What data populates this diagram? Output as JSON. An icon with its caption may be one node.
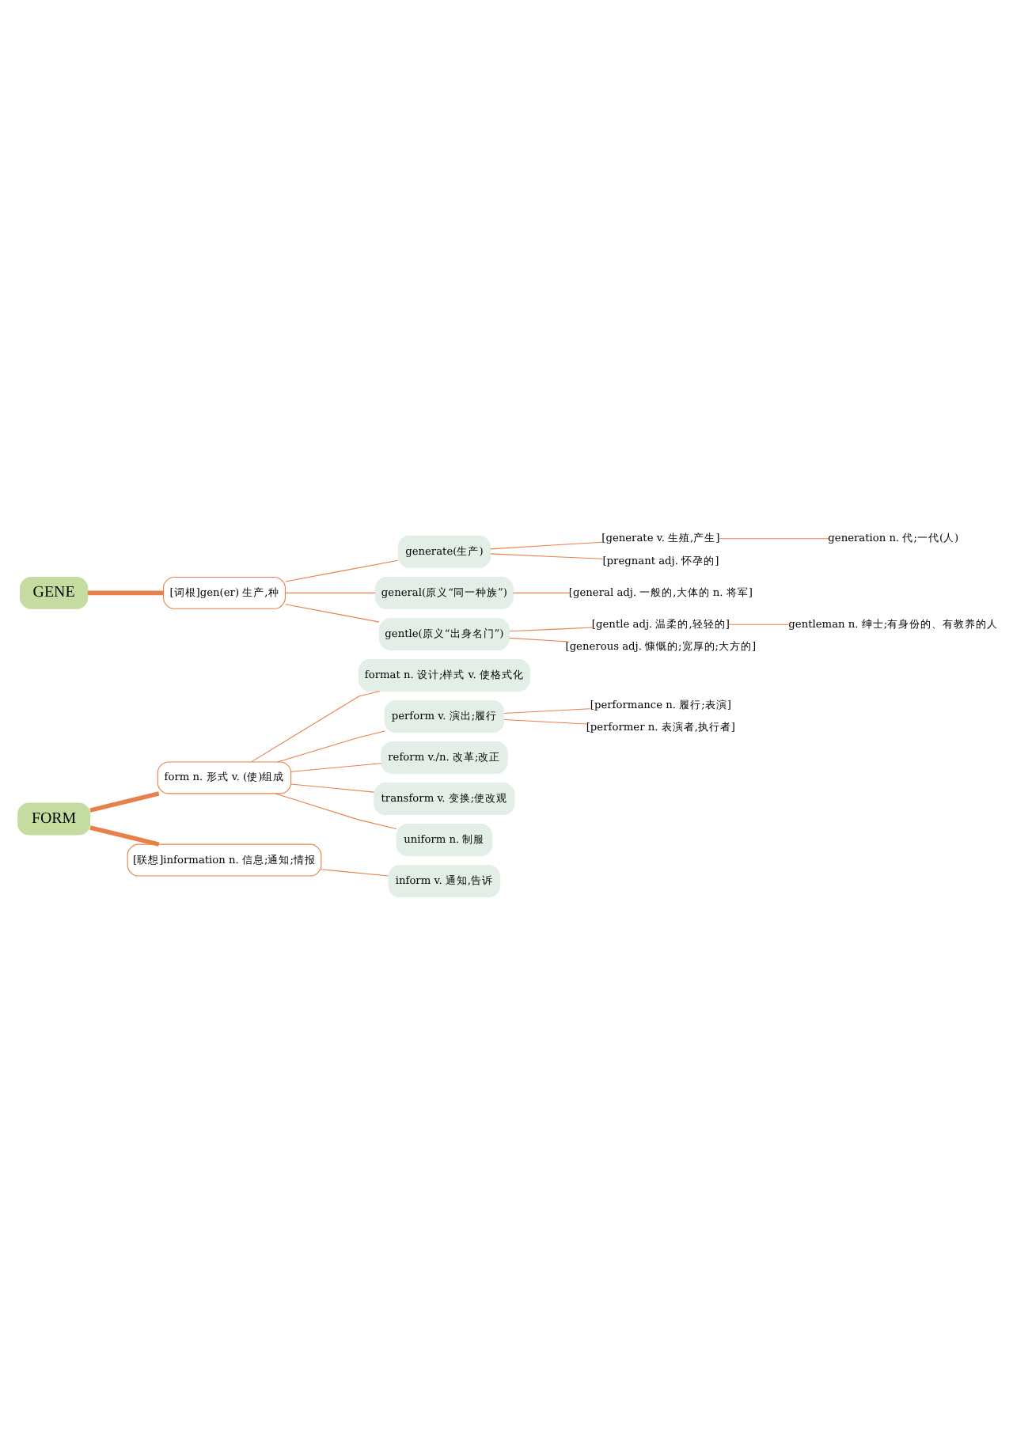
{
  "diagram": {
    "nodes": [
      {
        "text": [
          "FORM"
        ]
      },
      {
        "text": [
          "form n. 形式 v. (使)组成"
        ]
      },
      {
        "text": [
          "format n. 设计;样式 v. 使格式化"
        ]
      },
      {
        "text": [
          "perform v. 演出;履行"
        ]
      },
      {
        "text": [
          "[performance n. 履行;表演]"
        ]
      },
      {
        "text": [
          "[performer n. 表演者,执行者]"
        ]
      },
      {
        "text": [
          "reform v./n. 改革;改正"
        ]
      },
      {
        "text": [
          "transform v. 变换;使改观"
        ]
      },
      {
        "text": [
          "uniform n. 制服"
        ]
      },
      {
        "text": [
          "[联想]information n. 信息;通知;情报"
        ]
      },
      {
        "text": [
          "inform v. 通知,告诉"
        ]
      },
      {
        "text": [
          "GENE"
        ]
      },
      {
        "text": [
          "[词根]gen(er) 生产,种"
        ]
      },
      {
        "text": [
          "generate(生产)"
        ]
      },
      {
        "text": [
          "[generate v. 生殖,产生]"
        ]
      },
      {
        "text": [
          "generation n. 代;一代(人)"
        ]
      },
      {
        "text": [
          "[pregnant adj. 怀孕的]"
        ]
      },
      {
        "text": [
          "general(原义“同一种族”)"
        ]
      },
      {
        "text": [
          "[general adj. 一般的,大体的 n. 将军]"
        ]
      },
      {
        "text": [
          "gentle(原义“出身名门”)"
        ]
      },
      {
        "text": [
          "[gentle adj. 温柔的,轻轻的]"
        ]
      },
      {
        "text": [
          "gentleman n. 绅士;有身份的、有教养的人"
        ]
      },
      {
        "text": [
          "[generous adj. 慷慨的;宽厚的;大方的]"
        ]
      }
    ],
    "edges": [
      {
        "from": 0,
        "to": 1,
        "arrow": "none",
        "style": "thick"
      },
      {
        "from": 0,
        "to": 9,
        "arrow": "none",
        "style": "thick"
      },
      {
        "from": 1,
        "to": 2,
        "arrow": "none"
      },
      {
        "from": 1,
        "to": 3,
        "arrow": "none"
      },
      {
        "from": 1,
        "to": 6,
        "arrow": "none"
      },
      {
        "from": 1,
        "to": 7,
        "arrow": "none"
      },
      {
        "from": 1,
        "to": 8,
        "arrow": "none"
      },
      {
        "from": 3,
        "to": 4,
        "arrow": "none"
      },
      {
        "from": 3,
        "to": 5,
        "arrow": "none"
      },
      {
        "from": 9,
        "to": 10,
        "arrow": "none"
      },
      {
        "from": 11,
        "to": 12,
        "arrow": "none",
        "style": "thick"
      },
      {
        "from": 12,
        "to": 13,
        "arrow": "none"
      },
      {
        "from": 12,
        "to": 17,
        "arrow": "none"
      },
      {
        "from": 12,
        "to": 19,
        "arrow": "none"
      },
      {
        "from": 13,
        "to": 14,
        "arrow": "none"
      },
      {
        "from": 13,
        "to": 16,
        "arrow": "none"
      },
      {
        "from": 14,
        "to": 15,
        "arrow": "none"
      },
      {
        "from": 17,
        "to": 18,
        "arrow": "none"
      },
      {
        "from": 19,
        "to": 20,
        "arrow": "none"
      },
      {
        "from": 19,
        "to": 22,
        "arrow": "none"
      },
      {
        "from": 20,
        "to": 21,
        "arrow": "none"
      }
    ]
  }
}
